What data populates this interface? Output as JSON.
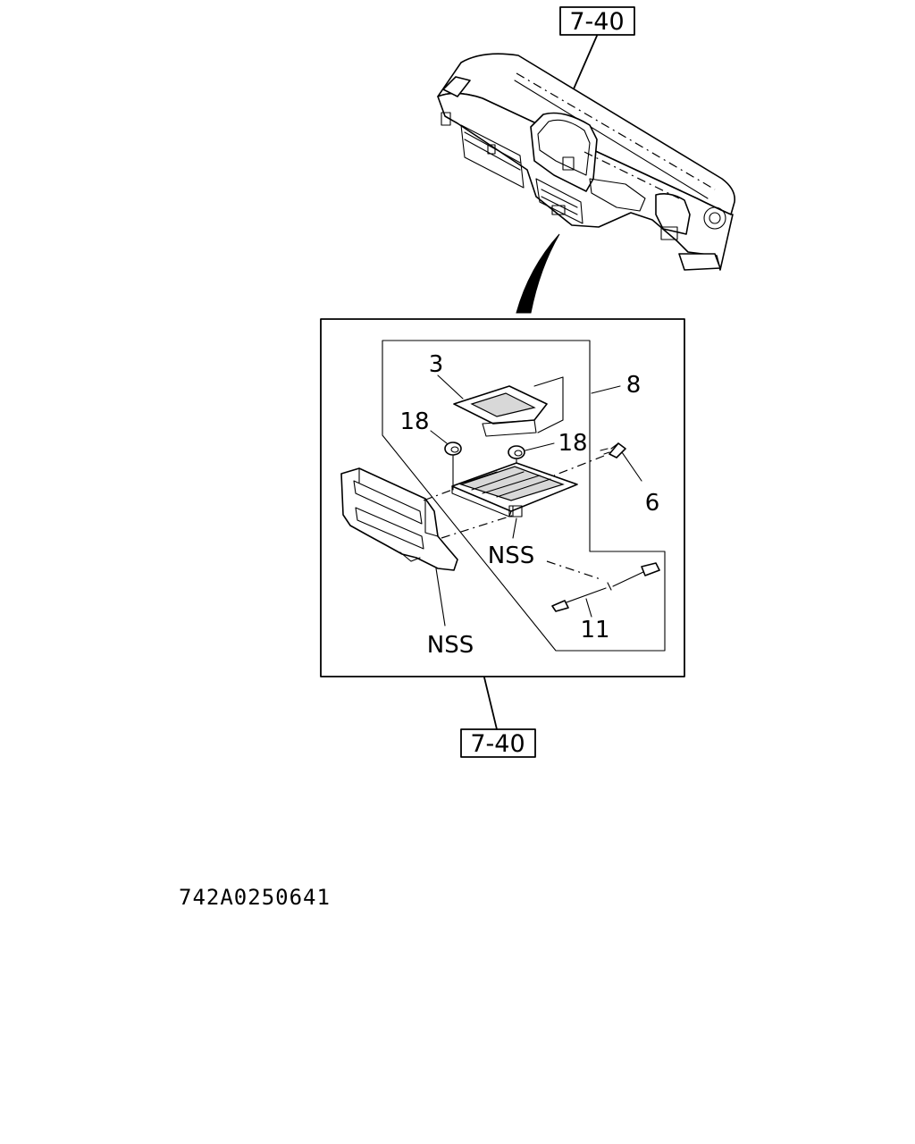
{
  "diagram": {
    "ref_top": "7-40",
    "ref_bottom": "7-40",
    "part_labels": {
      "p3": "3",
      "p8": "8",
      "p18_left": "18",
      "p18_right": "18",
      "p6": "6",
      "nss_upper": "NSS",
      "nss_lower": "NSS",
      "p11": "11"
    },
    "drawing_code": "742A0250641"
  }
}
